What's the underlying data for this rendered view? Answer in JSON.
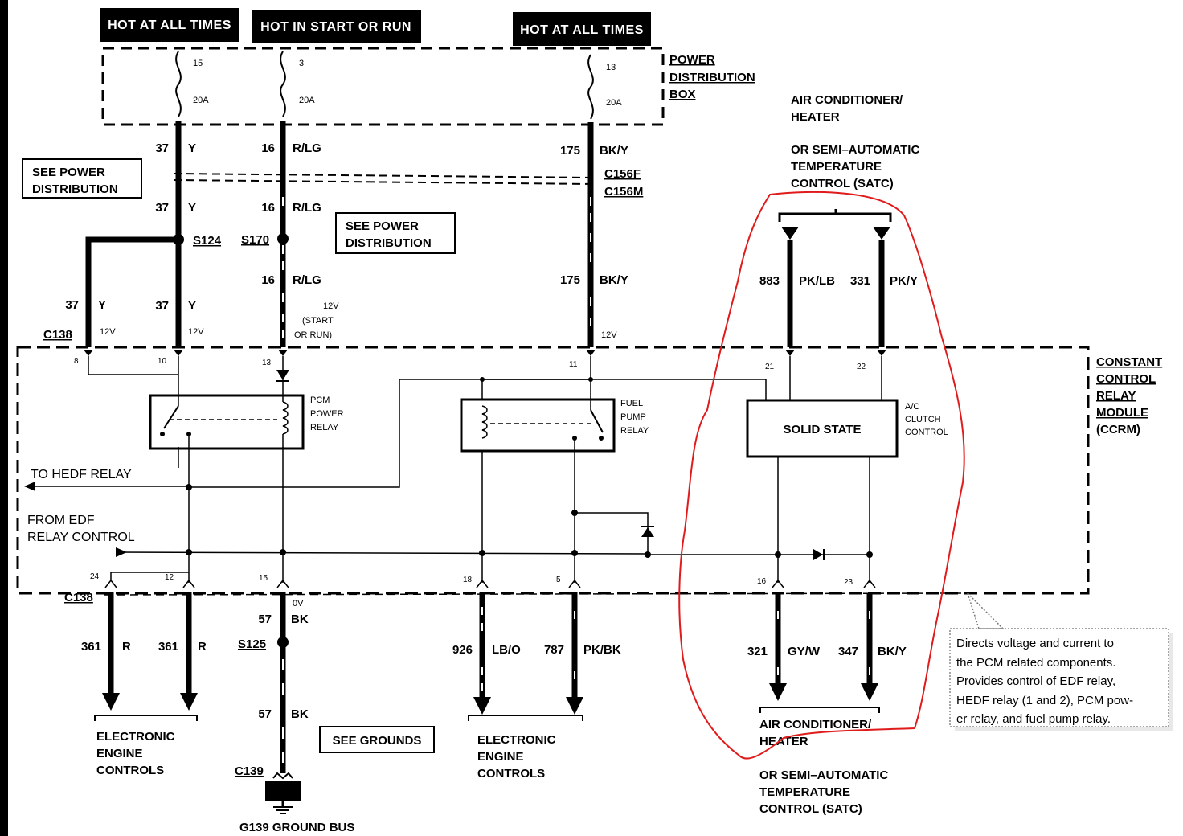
{
  "headers": {
    "hot_all_1": "HOT AT ALL TIMES",
    "hot_start_run": "HOT IN START OR RUN",
    "hot_all_2": "HOT AT ALL TIMES"
  },
  "pdb": {
    "line1": "POWER",
    "line2": "DISTRIBUTION",
    "line3": "BOX",
    "fuses": [
      {
        "num": "15",
        "amp": "20A"
      },
      {
        "num": "3",
        "amp": "20A"
      },
      {
        "num": "13",
        "amp": "20A"
      }
    ]
  },
  "ac_top": {
    "line1": "AIR CONDITIONER/",
    "line2": "HEATER",
    "line3": "OR SEMI–AUTOMATIC",
    "line4": "TEMPERATURE",
    "line5": "CONTROL (SATC)"
  },
  "wires": {
    "w37a": {
      "num": "37",
      "color": "Y"
    },
    "w16a": {
      "num": "16",
      "color": "R/LG"
    },
    "w175a": {
      "num": "175",
      "color": "BK/Y"
    },
    "w37b": {
      "num": "37",
      "color": "Y"
    },
    "w16b": {
      "num": "16",
      "color": "R/LG"
    },
    "w16c": {
      "num": "16",
      "color": "R/LG"
    },
    "w175b": {
      "num": "175",
      "color": "BK/Y"
    },
    "w37c": {
      "num": "37",
      "color": "Y"
    },
    "w37d": {
      "num": "37",
      "color": "Y"
    },
    "w883": {
      "num": "883",
      "color": "PK/LB"
    },
    "w331": {
      "num": "331",
      "color": "PK/Y"
    },
    "w361a": {
      "num": "361",
      "color": "R"
    },
    "w361b": {
      "num": "361",
      "color": "R"
    },
    "w57a": {
      "num": "57",
      "color": "BK"
    },
    "w57b": {
      "num": "57",
      "color": "BK"
    },
    "w926": {
      "num": "926",
      "color": "LB/O"
    },
    "w787": {
      "num": "787",
      "color": "PK/BK"
    },
    "w321": {
      "num": "321",
      "color": "GY/W"
    },
    "w347": {
      "num": "347",
      "color": "BK/Y"
    }
  },
  "connectors": {
    "c156f": "C156F",
    "c156m": "C156M",
    "c138_top": "C138",
    "c138_bot": "C138",
    "s124": "S124",
    "s170": "S170",
    "s125": "S125",
    "c139": "C139",
    "g139": "G139 GROUND BUS"
  },
  "see_boxes": {
    "pd1_l1": "SEE POWER",
    "pd1_l2": "DISTRIBUTION",
    "pd2_l1": "SEE POWER",
    "pd2_l2": "DISTRIBUTION",
    "grounds": "SEE GROUNDS"
  },
  "voltages": {
    "v12_c138": "12V",
    "v12_10": "12V",
    "v12_start_l1": "12V",
    "v12_start_l2": "(START",
    "v12_start_l3": "OR RUN)",
    "v12_11": "12V",
    "v0": "0V"
  },
  "pins_top": [
    "8",
    "10",
    "13",
    "11",
    "21",
    "22"
  ],
  "pins_bot": [
    "24",
    "12",
    "15",
    "18",
    "5",
    "16",
    "23"
  ],
  "relays": {
    "pcm": {
      "l1": "PCM",
      "l2": "POWER",
      "l3": "RELAY"
    },
    "fuel": {
      "l1": "FUEL",
      "l2": "PUMP",
      "l3": "RELAY"
    },
    "solid_state": "SOLID STATE",
    "ac_clutch": {
      "l1": "A/C",
      "l2": "CLUTCH",
      "l3": "CONTROL"
    }
  },
  "module": {
    "l1": "CONSTANT",
    "l2": "CONTROL",
    "l3": "RELAY",
    "l4": "MODULE",
    "l5": "(CCRM)"
  },
  "signals": {
    "to_hedf": "TO HEDF RELAY",
    "from_edf_1": "FROM EDF",
    "from_edf_2": "RELAY CONTROL"
  },
  "destinations": {
    "eec1": [
      "ELECTRONIC",
      "ENGINE",
      "CONTROLS"
    ],
    "eec2": [
      "ELECTRONIC",
      "ENGINE",
      "CONTROLS"
    ],
    "ac_bottom": [
      "AIR CONDITIONER/",
      "HEATER",
      "OR SEMI–AUTOMATIC",
      "TEMPERATURE",
      "CONTROL (SATC)"
    ]
  },
  "callout": [
    "Directs voltage and current to",
    "the PCM related components.",
    "Provides control of EDF relay,",
    "HEDF relay (1 and 2), PCM pow-",
    "er relay, and fuel pump relay."
  ],
  "colors": {
    "ink": "#000000",
    "highlight": "#e01b1b",
    "paper": "#ffffff"
  }
}
